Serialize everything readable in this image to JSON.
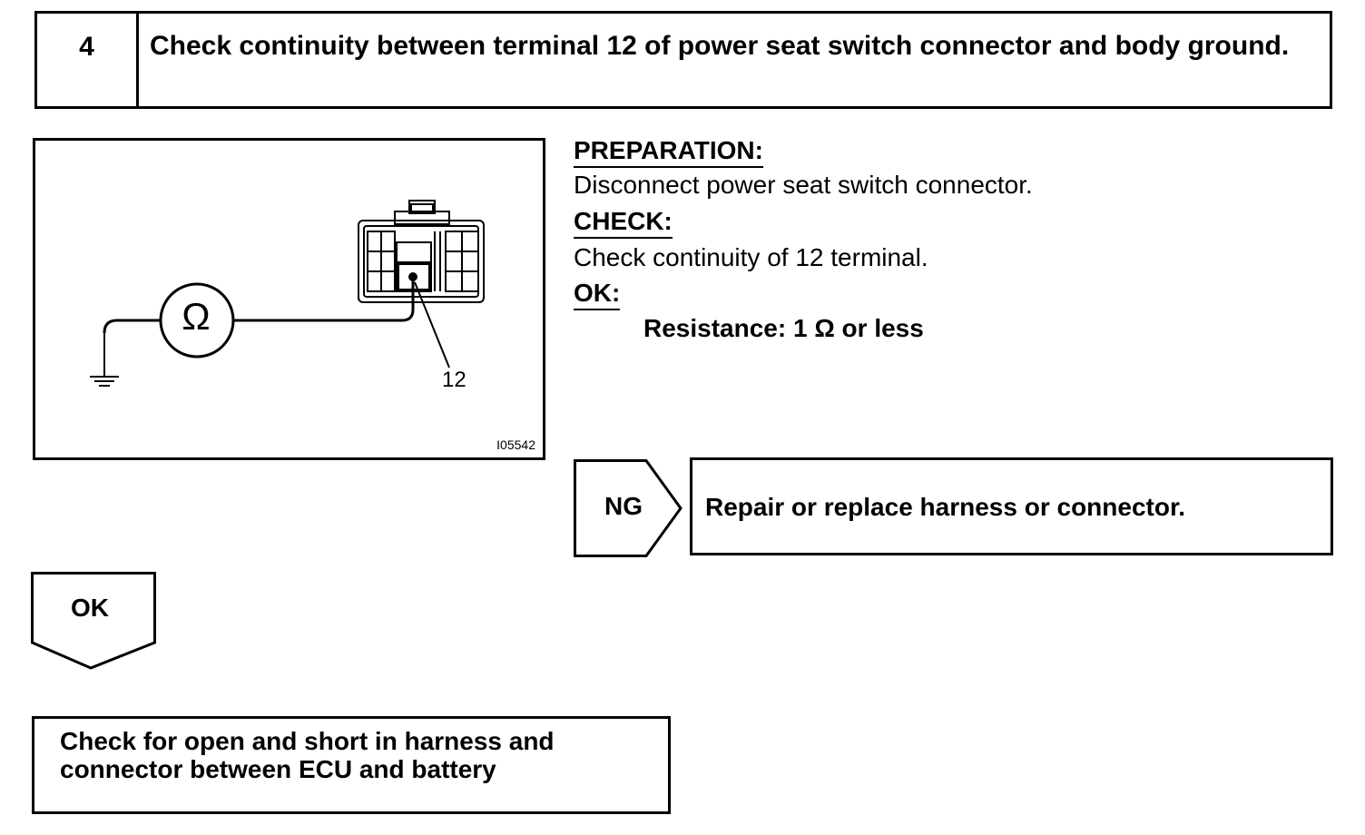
{
  "step": {
    "number": "4",
    "title": "Check continuity between terminal 12 of power seat switch connector and body ground."
  },
  "illustration": {
    "meter_symbol": "Ω",
    "terminal_label": "12",
    "figure_id": "I05542"
  },
  "instructions": {
    "preparation_heading": "PREPARATION:",
    "preparation_text": "Disconnect power seat switch connector.",
    "check_heading": "CHECK:",
    "check_text": "Check continuity of 12 terminal.",
    "ok_heading": "OK:",
    "ok_spec": "Resistance: 1 Ω or less"
  },
  "ng_branch": {
    "label": "NG",
    "action": "Repair or replace harness or connector."
  },
  "ok_branch": {
    "label": "OK",
    "next_step": "Check for open and short in harness and connector between ECU and battery"
  }
}
